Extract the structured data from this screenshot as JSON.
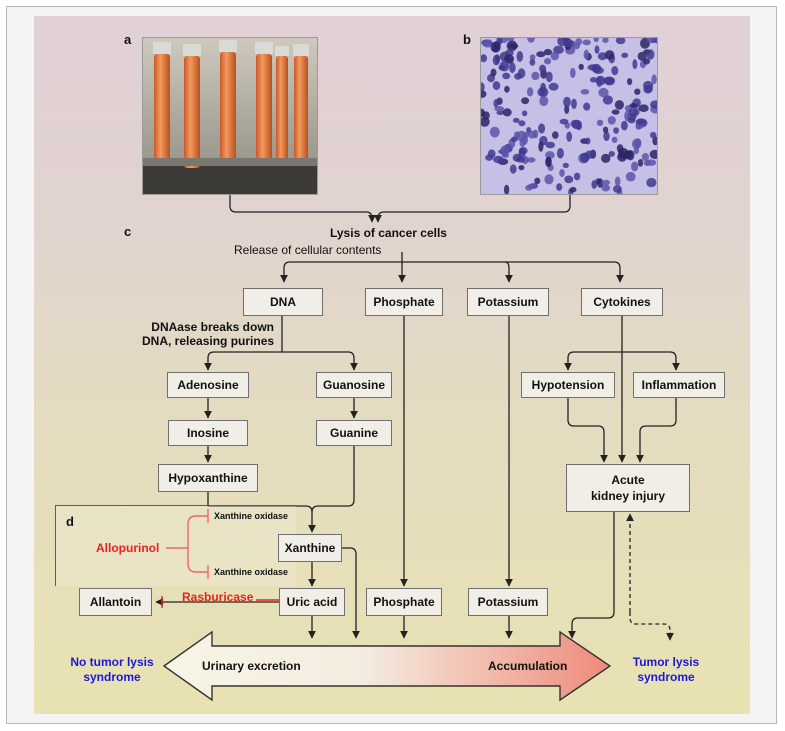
{
  "panel_labels": {
    "a": "a",
    "b": "b",
    "c": "c",
    "d": "d"
  },
  "nodes": {
    "lysis": "Lysis of cancer cells",
    "release": "Release of cellular contents",
    "dna": "DNA",
    "phosphate_top": "Phosphate",
    "potassium_top": "Potassium",
    "cytokines": "Cytokines",
    "dnaase_line1": "DNAase breaks down",
    "dnaase_line2": "DNA, releasing purines",
    "adenosine": "Adenosine",
    "guanosine": "Guanosine",
    "inosine": "Inosine",
    "guanine": "Guanine",
    "hypoxanthine": "Hypoxanthine",
    "hypotension": "Hypotension",
    "inflammation": "Inflammation",
    "aki_line1": "Acute",
    "aki_line2": "kidney injury",
    "xanthine": "Xanthine",
    "uric_acid": "Uric acid",
    "allantoin": "Allantoin",
    "phosphate_bottom": "Phosphate",
    "potassium_bottom": "Potassium"
  },
  "drugs": {
    "allopurinol": "Allopurinol",
    "rasburicase": "Rasburicase",
    "xo1": "Xanthine oxidase",
    "xo2": "Xanthine oxidase"
  },
  "arrow": {
    "left": "Urinary excretion",
    "right": "Accumulation"
  },
  "outcomes": {
    "no_tls_line1": "No tumor lysis",
    "no_tls_line2": "syndrome",
    "tls_line1": "Tumor lysis",
    "tls_line2": "syndrome"
  },
  "colors": {
    "inhibitor_red": "#e8231f",
    "outcome_blue": "#1a1ad6",
    "accumulation_salmon": "#f08a7c"
  }
}
